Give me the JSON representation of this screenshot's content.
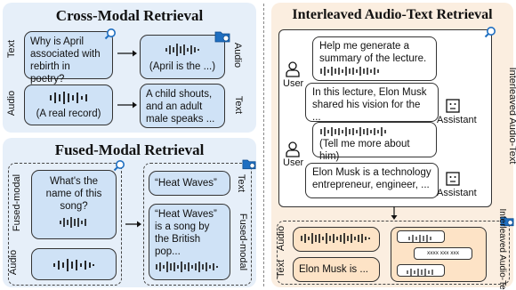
{
  "cross_modal": {
    "title": "Cross-Modal Retrieval",
    "text_label": "Text",
    "audio_label": "Audio",
    "query_text": "Why is April associated with rebirth in poetry?",
    "result_audio_caption": "(April is the ...)",
    "result_audio_label": "Audio",
    "query_audio_caption": "(A real record)",
    "result_text": "A child shouts, and an adult male speaks ...",
    "result_text_label": "Text"
  },
  "fused_modal": {
    "title": "Fused-Modal Retrieval",
    "fused_label": "Fused-modal",
    "audio_label": "Audio",
    "query_text": "What's the name of this song?",
    "result_text": "“Heat Waves”",
    "result_text_label": "Text",
    "result_fused_text": "“Heat Waves” is a song by the British pop...",
    "result_fused_label": "Fused-modal"
  },
  "interleaved": {
    "title": "Interleaved Audio-Text Retrieval",
    "side_label": "Interleaved Audio-Text",
    "user_label": "User",
    "assistant_label": "Assistant",
    "msg1": "Help me generate a summary of the lecture.",
    "msg2": "In this lecture, Elon Musk shared his vision for the ...",
    "msg3": "(Tell me more about him)",
    "msg4": "Elon Musk is a technology entrepreneur, engineer, ...",
    "bottom_audio_label": "Audio",
    "bottom_text_label": "Text",
    "bottom_text": "Elon Musk is ...",
    "bottom_right_label": "Interleaved Audio-Text",
    "mini_text": "xxxx xxx xxx"
  },
  "colors": {
    "blue_panel": "#e6eff9",
    "blue_box": "#cfe2f6",
    "peach_panel": "#fbeee0",
    "peach_box": "#fde3c6"
  }
}
